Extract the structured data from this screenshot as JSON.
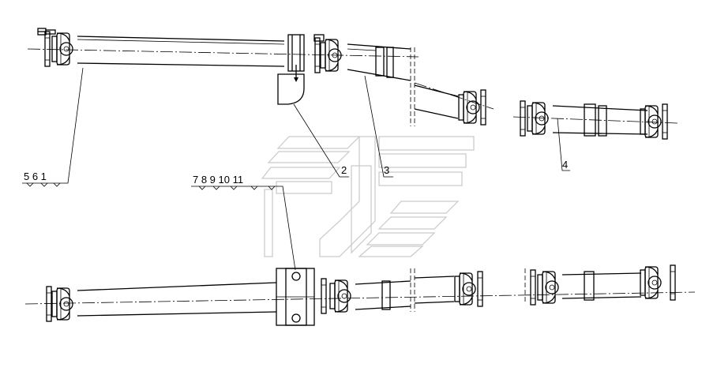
{
  "callouts": {
    "group_a": "5 6 1",
    "group_b": "7 8 9 10 11",
    "part_2": "2",
    "part_3": "3",
    "part_4": "4"
  }
}
